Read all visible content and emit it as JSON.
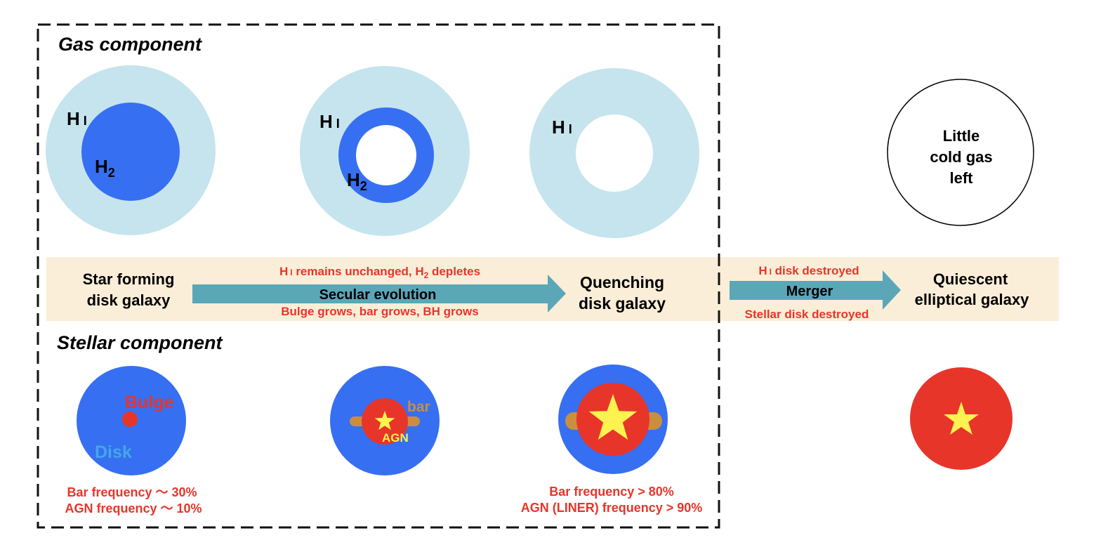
{
  "colors": {
    "hi_gas": "#c6e4ee",
    "h2_gas": "#366ff1",
    "stellar_disk": "#366ff1",
    "bulge": "#e8352a",
    "star": "#fdf250",
    "bar": "#c98f3f",
    "arrow": "#5ba7b8",
    "band": "#fbeed8",
    "red_text": "#e8352a",
    "disk_label": "#44a7e9",
    "dashed_border": "#111111"
  },
  "sections": {
    "gas_title": "Gas component",
    "stellar_title": "Stellar component"
  },
  "gas": {
    "hi_label": "H",
    "hi_roman": "I",
    "h2_label": "H",
    "h2_sub": "2",
    "little_gas_line1": "Little",
    "little_gas_line2": "cold gas",
    "little_gas_line3": "left"
  },
  "stages": {
    "star_forming_line1": "Star forming",
    "star_forming_line2": "disk galaxy",
    "quenching_line1": "Quenching",
    "quenching_line2": "disk galaxy",
    "quiescent_line1": "Quiescent",
    "quiescent_line2": "elliptical galaxy"
  },
  "arrows": {
    "secular_label": "Secular evolution",
    "secular_top_a": "H",
    "secular_top_roman": "I",
    "secular_top_b": " remains unchanged, H",
    "secular_top_sub": "2",
    "secular_top_c": " depletes",
    "secular_bottom": "Bulge grows, bar grows, BH grows",
    "merger_label": "Merger",
    "merger_top_a": "H",
    "merger_top_roman": "I",
    "merger_top_b": " disk destroyed",
    "merger_bottom": "Stellar disk destroyed"
  },
  "stellar": {
    "bulge_label": "Bulge",
    "disk_label": "Disk",
    "bar_label": "bar",
    "agn_label": "AGN"
  },
  "stats": {
    "left_line1": "Bar frequency ～ 30%",
    "left_line2": "AGN frequency ～ 10%",
    "right_line1": "Bar frequency > 80%",
    "right_line2": "AGN (LINER) frequency > 90%"
  }
}
